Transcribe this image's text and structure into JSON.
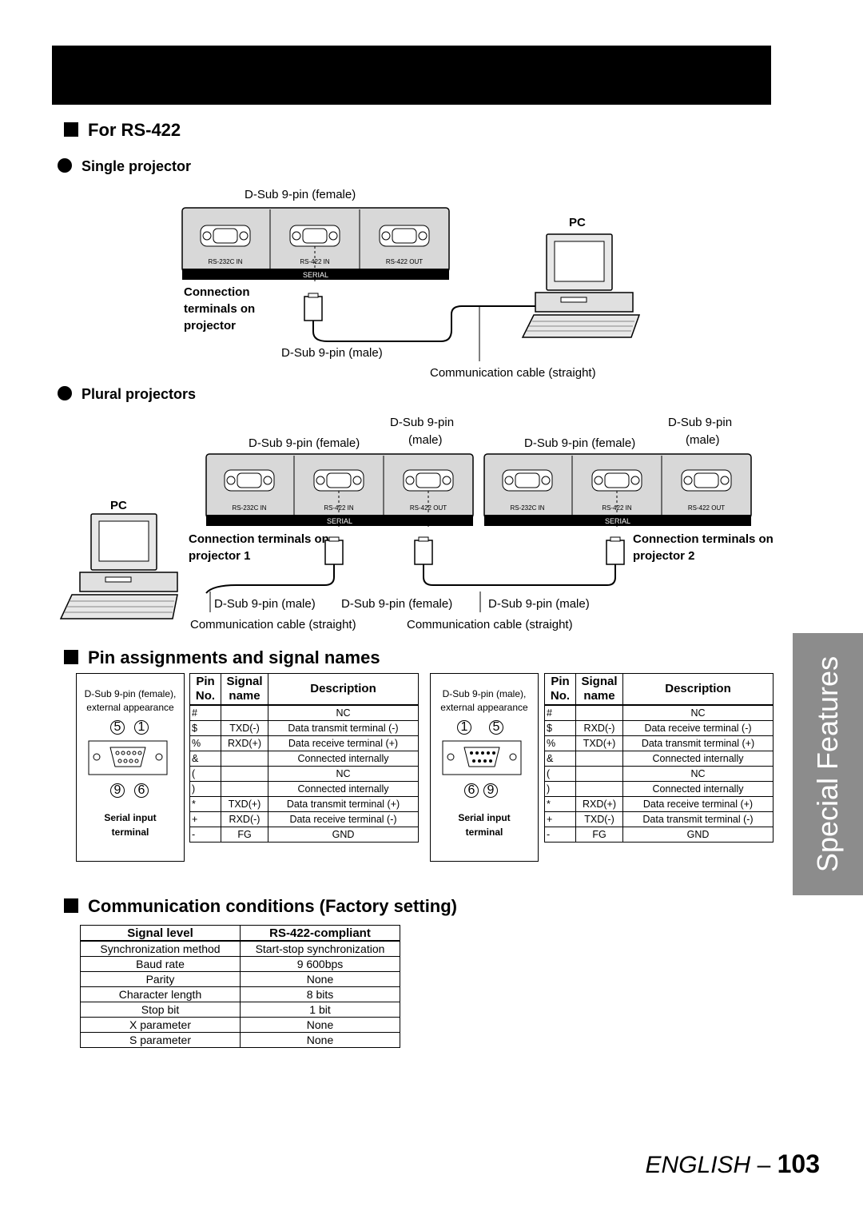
{
  "side_tab": {
    "label": "Special Features"
  },
  "rs422": {
    "heading": "For RS-422",
    "single": {
      "heading": "Single projector",
      "dsub_female": "D-Sub 9-pin (female)",
      "pc": "PC",
      "terminals": [
        "RS-232C IN",
        "RS-422 IN",
        "RS-422 OUT"
      ],
      "serial": "SERIAL",
      "connection_label": "Connection terminals on projector",
      "dsub_male": "D-Sub 9-pin (male)",
      "cable": "Communication cable (straight)"
    },
    "plural": {
      "heading": "Plural projectors",
      "dsub_9pin": "D-Sub 9-pin",
      "male": "(male)",
      "dsub_female": "D-Sub 9-pin (female)",
      "pc": "PC",
      "terminals": [
        "RS-232C IN",
        "RS-422 IN",
        "RS-422 OUT"
      ],
      "serial": "SERIAL",
      "connection1": "Connection terminals on projector 1",
      "connection2": "Connection terminals on projector 2",
      "bottom": [
        "D-Sub 9-pin (male)",
        "D-Sub 9-pin (female)",
        "D-Sub 9-pin (male)"
      ],
      "cables": [
        "Communication cable (straight)",
        "Communication cable (straight)"
      ]
    }
  },
  "pins": {
    "heading": "Pin assignments and signal names",
    "headers": {
      "pin": "Pin No.",
      "signal": "Signal name",
      "desc": "Description"
    },
    "left": {
      "connector": "D-Sub 9-pin (female), external appearance",
      "nums_top": [
        "5",
        "1"
      ],
      "nums_bottom": [
        "9",
        "6"
      ],
      "serial": "Serial input terminal",
      "rows": [
        [
          "#",
          "",
          "NC"
        ],
        [
          "$",
          "TXD(-)",
          "Data transmit terminal (-)"
        ],
        [
          "%",
          "RXD(+)",
          "Data receive terminal (+)"
        ],
        [
          "&",
          "",
          "Connected internally"
        ],
        [
          "(",
          "",
          "NC"
        ],
        [
          ")",
          "",
          "Connected internally"
        ],
        [
          "*",
          "TXD(+)",
          "Data transmit terminal (+)"
        ],
        [
          "+",
          "RXD(-)",
          "Data receive terminal (-)"
        ],
        [
          "-",
          "FG",
          "GND"
        ]
      ]
    },
    "right": {
      "connector": "D-Sub 9-pin (male), external appearance",
      "nums_top": [
        "1",
        "5"
      ],
      "nums_bottom": [
        "6",
        "9"
      ],
      "serial": "Serial input terminal",
      "rows": [
        [
          "#",
          "",
          "NC"
        ],
        [
          "$",
          "RXD(-)",
          "Data receive terminal (-)"
        ],
        [
          "%",
          "TXD(+)",
          "Data transmit terminal (+)"
        ],
        [
          "&",
          "",
          "Connected internally"
        ],
        [
          "(",
          "",
          "NC"
        ],
        [
          ")",
          "",
          "Connected internally"
        ],
        [
          "*",
          "RXD(+)",
          "Data receive terminal (+)"
        ],
        [
          "+",
          "TXD(-)",
          "Data transmit terminal (-)"
        ],
        [
          "-",
          "FG",
          "GND"
        ]
      ]
    }
  },
  "comm": {
    "heading": "Communication conditions (Factory setting)",
    "headers": [
      "Signal level",
      "RS-422-compliant"
    ],
    "rows": [
      [
        "Synchronization method",
        "Start-stop synchronization"
      ],
      [
        "Baud rate",
        "9 600bps"
      ],
      [
        "Parity",
        "None"
      ],
      [
        "Character length",
        "8 bits"
      ],
      [
        "Stop bit",
        "1 bit"
      ],
      [
        "X parameter",
        "None"
      ],
      [
        "S parameter",
        "None"
      ]
    ]
  },
  "footer": {
    "lang": "ENGLISH",
    "dash": "–",
    "page": "103"
  }
}
